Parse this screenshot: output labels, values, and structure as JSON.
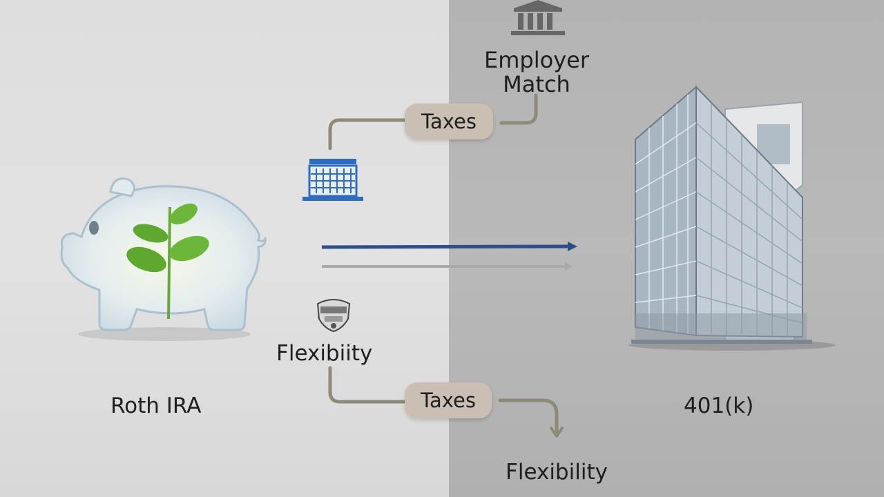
{
  "left_title": "Roth IRA",
  "right_title": "401(k)",
  "employer_match": [
    "Employer",
    "Match"
  ],
  "taxes_top": "Taxes",
  "taxes_bottom": "Taxes",
  "flexibility_middle": "Flexibiity",
  "flexibility_bottom": "Flexibility",
  "colors": {
    "left_panel": "#dedede",
    "right_panel": "#b5b5b5",
    "pill": "#cbbfb3",
    "connector": "#8e8a78",
    "arrow_primary": "#2f4e88",
    "arrow_secondary": "#a9a9a9",
    "leaf": "#6cb63a",
    "calculator_blue": "#2e6cc0",
    "bank_icon": "#666666"
  },
  "icons": [
    "piggy-bank-icon",
    "plant-icon",
    "calculator-icon",
    "bank-icon",
    "office-building-icon",
    "shield-badge-icon"
  ]
}
